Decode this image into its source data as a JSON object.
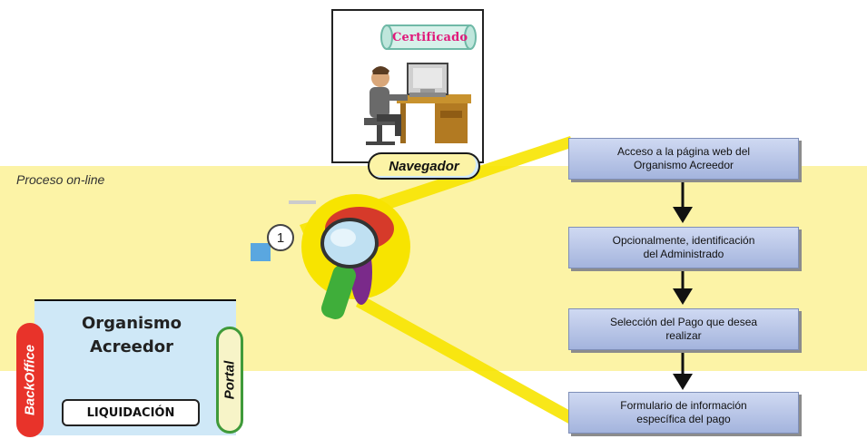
{
  "browser": {
    "certificate_label": "Certificado",
    "navigator_label": "Navegador"
  },
  "band": {
    "label": "Proceso on-line"
  },
  "marker": {
    "number": "1"
  },
  "steps": [
    {
      "line1": "Acceso a la página web del",
      "line2": "Organismo Acreedor"
    },
    {
      "line1": "Opcionalmente, identificación",
      "line2": "del Administrado"
    },
    {
      "line1": "Selección del Pago que desea",
      "line2": "realizar"
    },
    {
      "line1": "Formulario de información",
      "line2": "específica del pago"
    }
  ],
  "organization": {
    "title_line1": "Organismo",
    "title_line2": "Acreedor",
    "liquidation_label": "LIQUIDACIÓN",
    "backoffice_label": "BackOffice",
    "portal_label": "Portal"
  },
  "colors": {
    "band": "#fcf3a6",
    "step_box": "#b9c6e8",
    "highlight": "#f7e400",
    "backoffice": "#e8332a",
    "portal_border": "#3f9a3a",
    "certificate_text": "#e0197a"
  },
  "icons": {
    "computer_user": "person-at-computer-icon",
    "magnifier": "magnifying-glass-icon",
    "certificate": "certificate-scroll-icon"
  }
}
